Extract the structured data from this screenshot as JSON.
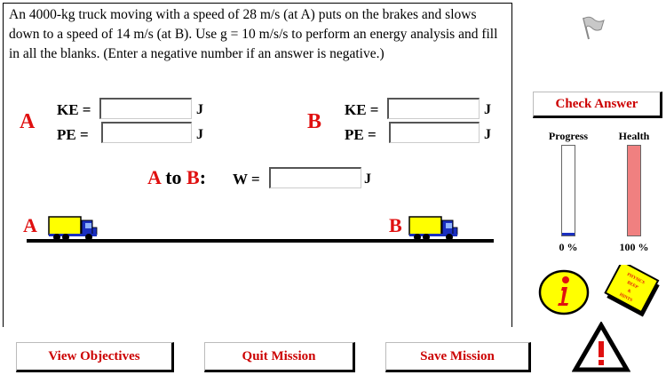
{
  "problem": {
    "text": "An 4000-kg truck moving with a speed of 28 m/s (at A) puts on the brakes and slows down to a speed of 14 m/s (at B).  Use g = 10 m/s/s to perform an energy analysis and fill in all the blanks.  (Enter a negative number if an answer is negative.)"
  },
  "pointA": {
    "letter": "A",
    "ke_label": "KE =",
    "pe_label": "PE =",
    "ke_value": "",
    "pe_value": "",
    "unit": "J"
  },
  "pointB": {
    "letter": "B",
    "ke_label": "KE =",
    "pe_label": "PE =",
    "ke_value": "",
    "pe_value": "",
    "unit": "J"
  },
  "work": {
    "from": "A",
    "to_word": "to",
    "to": "B",
    "colon": ":",
    "label": "W =",
    "value": "",
    "unit": "J"
  },
  "track": {
    "label_a": "A",
    "label_b": "B"
  },
  "sidebar": {
    "check_answer": "Check Answer",
    "progress_label": "Progress",
    "health_label": "Health",
    "progress_value": "0 %",
    "health_value": "100 %",
    "progress_fraction": 0.03,
    "health_fraction": 1.0,
    "hint_book_text": [
      "PHYSICS",
      "BEEP",
      "&",
      "HINTS"
    ]
  },
  "footer": {
    "view_objectives": "View Objectives",
    "quit_mission": "Quit Mission",
    "save_mission": "Save Mission"
  },
  "icons": {
    "flag": "flag-icon",
    "info": "info-icon",
    "hint_book": "hint-book-icon",
    "warning": "warning-icon"
  },
  "colors": {
    "accent_red": "#e01010",
    "button_text": "#cc0000",
    "progress_fill": "#1a2fbf",
    "health_fill": "#f08080",
    "truck_cab": "#1a2fbf",
    "truck_cargo": "#ffff00"
  }
}
